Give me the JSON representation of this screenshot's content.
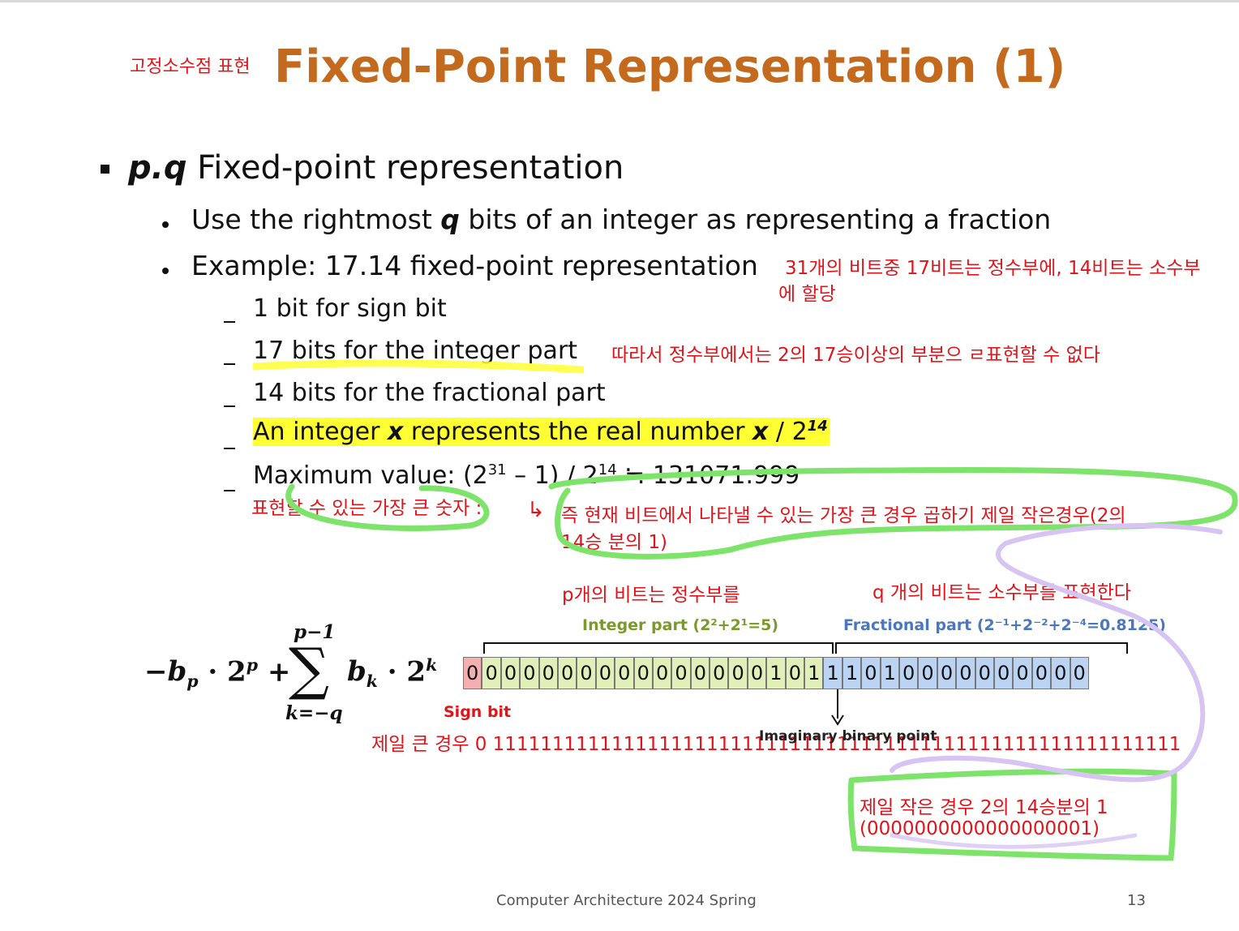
{
  "title": {
    "annotation_ko": "고정소수점 표현",
    "main": "Fixed-Point Representation (1)"
  },
  "bullet1": {
    "prefix": "p.q",
    "text": " Fixed-point representation"
  },
  "sub1": {
    "a": "Use the rightmost ",
    "b": "q",
    "c": " bits of an integer as representing a fraction"
  },
  "sub2": {
    "text": "Example: 17.14 fixed-point representation"
  },
  "items": {
    "sign": "1 bit for sign bit",
    "integer": "17 bits for the integer part",
    "fraction": "14 bits for the fractional part",
    "real_a": "An integer ",
    "real_x": "x",
    "real_b": " represents the real number ",
    "real_expr": "x",
    "real_c": " / 2",
    "real_sup": "14",
    "max_a": "Maximum value: (2",
    "max_sup1": "31",
    "max_b": " – 1) / 2",
    "max_sup2": "14",
    "max_c": " ≒ 131071.999"
  },
  "notes": {
    "n1_line1": "31개의 비트중 17비트는 정수부에, 14비트는 소수부",
    "n1_line2": "에 할당",
    "n2": "따라서 정수부에서는 2의 17승이상의 부분으 ㄹ표현할 수 없다",
    "n3": "표현할 수 있는 가장 큰 숫자 :",
    "n4_line1": "즉 현재 비트에서 나타낼 수 있는 가장 큰 경우 곱하기 제일 작은경우(2의",
    "n4_line2": "14승 분의 1)",
    "n5": "p개의 비트는 정수부를",
    "n6": "q 개의 비트는 소수부를 표현한다",
    "n7": "제일 큰 경우  0 1111111111111111111111111111111111111111111111111111111111",
    "n8_line1": "제일 작은 경우 2의 14승분의 1",
    "n8_line2": "(0000000000000000001)"
  },
  "diagram": {
    "integer_label": "Integer part (2²+2¹=5)",
    "fraction_label": "Fractional part (2⁻¹+2⁻²+2⁻⁴=0.8125)",
    "sign_label": "Sign bit",
    "point_label": "Imaginary binary point",
    "bits": "0000000000000000101",
    "frac_bits": "11010000000000"
  },
  "formula": {
    "upper": "p−1",
    "lower": "k=−q"
  },
  "footer": {
    "course": "Computer Architecture 2024 Spring",
    "page": "13"
  },
  "colors": {
    "title": "#c46a1f",
    "annotation": "#e0141b",
    "highlight": "#ffff33",
    "integer_label": "#7a9a2a",
    "fraction_label": "#4a78c0",
    "pen_green": "#7de36a",
    "pen_purple": "#d7c4f2"
  }
}
